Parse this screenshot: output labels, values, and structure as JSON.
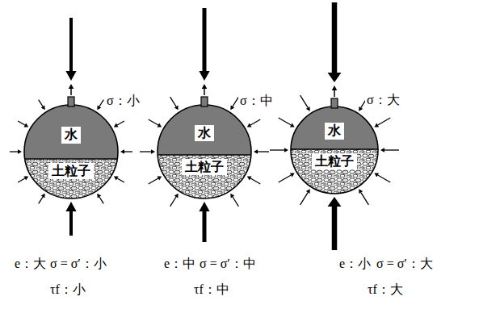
{
  "diagram": {
    "nodes": [
      {
        "text": [
          "水"
        ]
      },
      {
        "text": [
          "土粒子"
        ]
      },
      {
        "text": [
          "水"
        ]
      },
      {
        "text": [
          "土粒子"
        ]
      },
      {
        "text": [
          "水"
        ]
      },
      {
        "text": [
          "土粒子"
        ]
      }
    ],
    "labels": [
      "σ：小",
      "σ：中",
      "σ：大",
      "e：大",
      "σ = σ′：小",
      "e：中",
      "σ = σ′：中",
      "e：小",
      "σ = σ′：大",
      "τf：小",
      "τf：中",
      "τf：大"
    ]
  }
}
